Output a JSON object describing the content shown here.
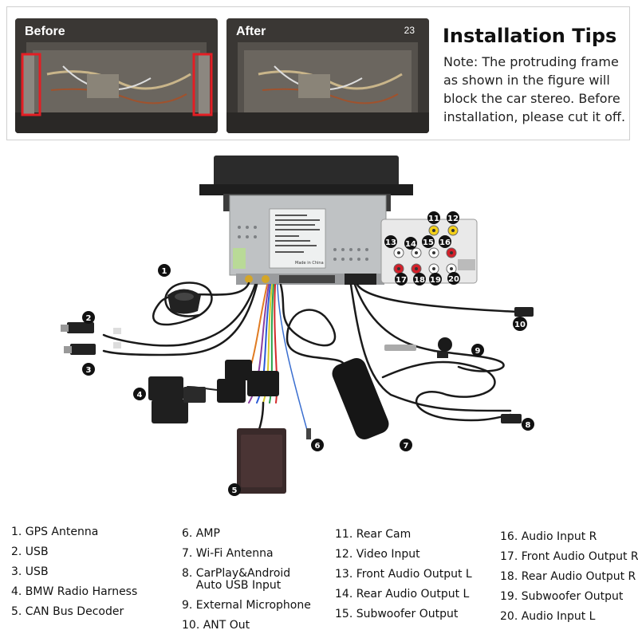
{
  "tips": {
    "before_label": "Before",
    "after_label": "After",
    "photo_number": "23",
    "title": "Installation Tips",
    "note": "Note: The protruding frame as shown in the figure will block the car stereo. Before installation, please cut it off."
  },
  "diagram": {
    "sticker_text": "Made in China",
    "callouts": [
      "1",
      "2",
      "3",
      "4",
      "5",
      "6",
      "7",
      "8",
      "9",
      "10",
      "11",
      "12",
      "13",
      "14",
      "15",
      "16",
      "17",
      "18",
      "19",
      "20"
    ]
  },
  "legend": {
    "col1": [
      "1. GPS Antenna",
      "2. USB",
      "3. USB",
      "4. BMW Radio Harness",
      "5. CAN Bus Decoder"
    ],
    "col2": [
      "6. AMP",
      "7. Wi-Fi Antenna",
      "8. CarPlay&Android\n    Auto USB Input",
      "9.  External Microphone",
      "10. ANT Out"
    ],
    "col3": [
      "11. Rear Cam",
      "12. Video Input",
      "13. Front Audio Output L",
      "14. Rear Audio Output L",
      "15. Subwoofer Output"
    ],
    "col4": [
      "16. Audio Input R",
      "17. Front Audio Output R",
      "18. Rear Audio Output R",
      "19. Subwoofer Output",
      "20. Audio Input L"
    ]
  }
}
